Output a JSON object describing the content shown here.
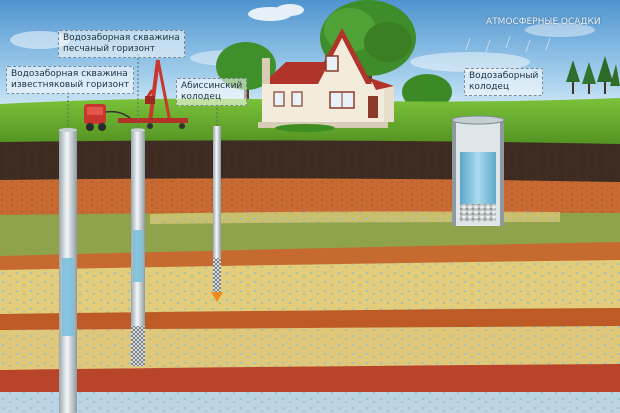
{
  "labels": {
    "limestone_well": "Водозаборная скважина\nизвестняковый горизонт",
    "sand_well": "Водозаборная скважина\nпесчаный горизонт",
    "abyssinian_well": "Абиссинский\nколодец",
    "precipitation": "АТМОСФЕРНЫЕ ОСАДКИ",
    "dug_well": "Водозаборный\nколодец"
  },
  "colors": {
    "sky_top": "#4f94cf",
    "sky_bottom": "#d8ecf6",
    "grass": "#62a82a",
    "topsoil": "#3e2c22",
    "clay_orange": "#c86a31",
    "loam_green": "#8fa34c",
    "sand_yellow": "#e3cc7a",
    "water_blue": "#8ec7dd",
    "pipe": "#dfe6ea",
    "house_wall": "#f3ecdc",
    "roof": "#b0342a"
  }
}
